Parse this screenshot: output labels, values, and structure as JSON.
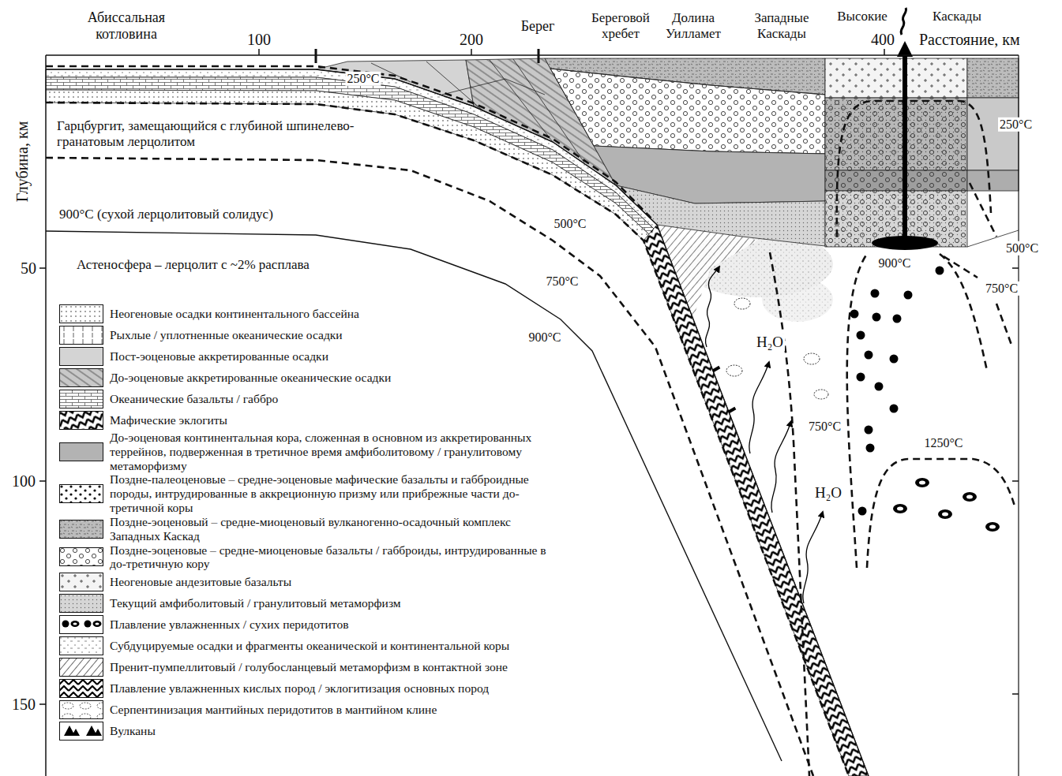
{
  "diagram": {
    "labels": [
      "Абиссальная котловина",
      "100",
      "200",
      "Берег",
      "Береговой хребет",
      "Долина Уилламет",
      "Западные Каскады",
      "Высокие",
      "Каскады",
      "400",
      "Расстояние, км",
      "Глубина, км",
      "50",
      "100",
      "150",
      "250°C",
      "250°C",
      "Гарцбургит, замещающийся с глубиной шпинелево-гранатовым лерцолитом",
      "900°C (сухой лерцолитовый солидус)",
      "Астеносфера – лерцолит с ~2% расплава",
      "500°C",
      "500°C",
      "750°C",
      "750°C",
      "900°C",
      "900°C",
      "H₂O",
      "750°C",
      "H₂O",
      "1250°C"
    ],
    "legend": [
      {
        "text": "Неогеновые осадки континентального бассейна"
      },
      {
        "text": "Рыхлые / уплотненные океанические осадки"
      },
      {
        "text": "Пост-эоценовые аккретированные осадки",
        "color": "#d4d4d4"
      },
      {
        "text": "До-эоценовые аккретированные океанические осадки"
      },
      {
        "text": "Океанические базальты / габбро"
      },
      {
        "text": "Мафические эклогиты"
      },
      {
        "text": "До-эоценовая континентальная кора, сложенная в основном из аккретированных террейнов, подверженная в третичное время амфиболитовому / гранулитовому метаморфизму",
        "color": "#b3b3b3"
      },
      {
        "text": "Поздне-палеоценовые – средне-эоценовые мафические базальты и габброидные породы, интрудированные в аккреционную призму или прибрежные части до-третичной коры"
      },
      {
        "text": "Поздне-эоценовый – средне-миоценовый вулканогенно-осадочный комплекс Западных Каскад"
      },
      {
        "text": "Поздне-эоценовые – средне-миоценовые базальты / габброиды, интрудированные в до-третичную кору"
      },
      {
        "text": "Неогеновые андезитовые базальты"
      },
      {
        "text": "Текущий амфиболитовый / гранулитовый метаморфизм"
      },
      {
        "text": "Плавление увлажненных / сухих перидотитов"
      },
      {
        "text": "Субдуцируемые осадки и фрагменты океанической и континентальной коры"
      },
      {
        "text": "Пренит-пумпеллитовый / голубосланцевый метаморфизм в контактной зоне"
      },
      {
        "text": "Плавление увлажненных кислых пород / эклогитизация основных пород"
      },
      {
        "text": "Серпентинизация мантийных перидотитов в мантийном клине"
      },
      {
        "text": "Вулканы"
      }
    ]
  }
}
